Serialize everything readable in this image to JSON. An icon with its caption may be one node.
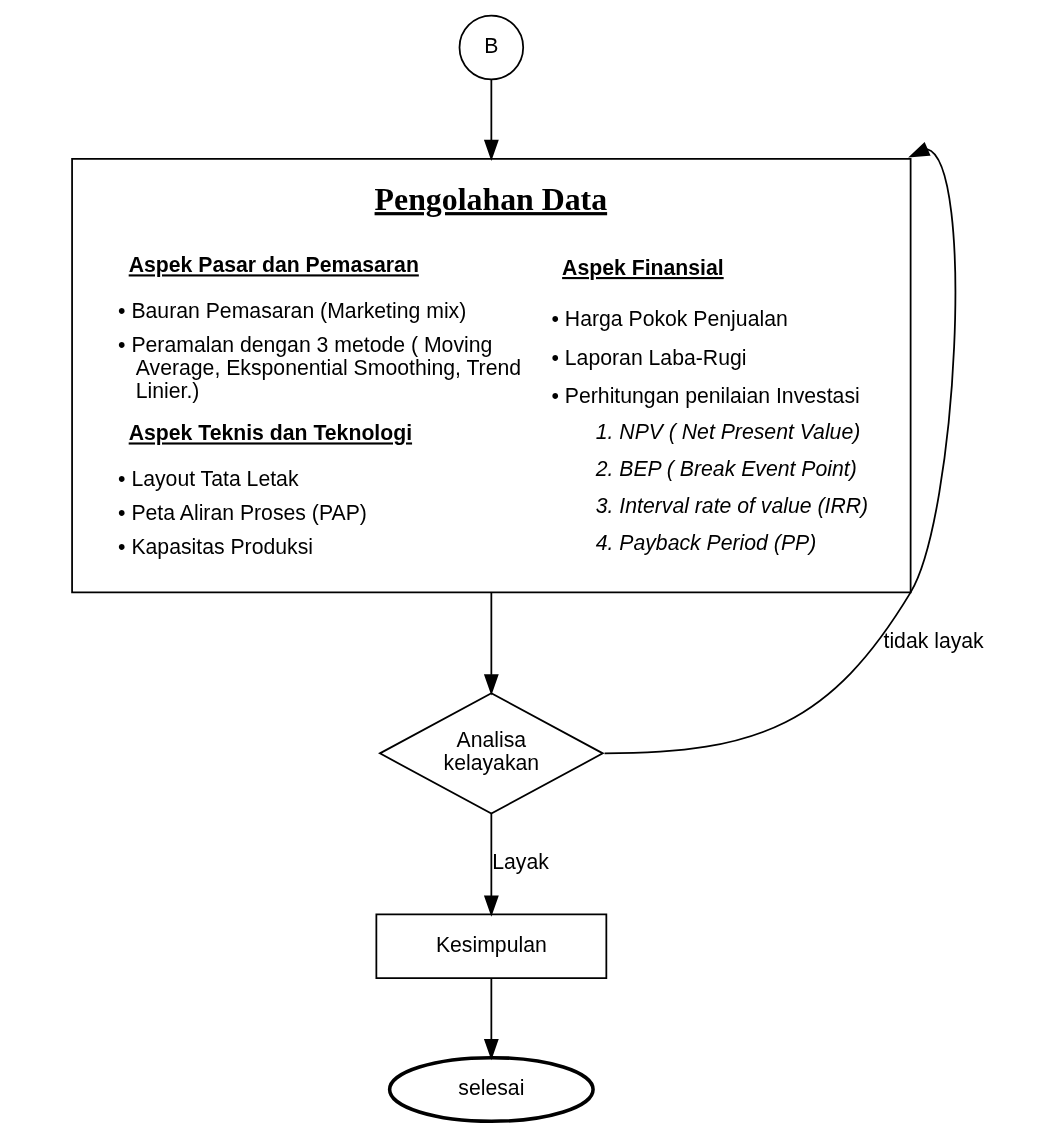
{
  "diagram": {
    "nodes": [
      {
        "text": [
          "B"
        ]
      },
      {
        "text": [
          "Pengolahan Data",
          "Aspek Pasar dan Pemasaran",
          "• Bauran Pemasaran (Marketing mix)",
          "• Peramalan dengan 3 metode ( Moving Average, Eksponential Smoothing, Trend Linier.)",
          "Aspek Teknis dan Teknologi",
          "• Layout Tata Letak",
          "• Peta Aliran Proses (PAP)",
          "• Kapasitas Produksi",
          "Aspek Finansial",
          "• Harga Pokok Penjualan",
          "• Laporan Laba-Rugi",
          "• Perhitungan penilaian Investasi",
          "1. NPV ( Net Present Value)",
          "2. BEP ( Break Event Point)",
          "3. Interval rate of value (IRR)",
          "4. Payback Period (PP)"
        ]
      },
      {
        "text": [
          "Analisa kelayakan"
        ]
      },
      {
        "text": [
          "Kesimpulan"
        ]
      },
      {
        "text": [
          "selesai"
        ]
      }
    ],
    "edges": [
      {
        "from": 0,
        "to": 1,
        "arrow": "to"
      },
      {
        "from": 1,
        "to": 2,
        "arrow": "to"
      },
      {
        "from": 2,
        "to": 3,
        "arrow": "to",
        "label": "Layak"
      },
      {
        "from": 3,
        "to": 4,
        "arrow": "to"
      },
      {
        "from": 2,
        "to": 1,
        "arrow": "to",
        "label": "tidak layak"
      }
    ]
  }
}
